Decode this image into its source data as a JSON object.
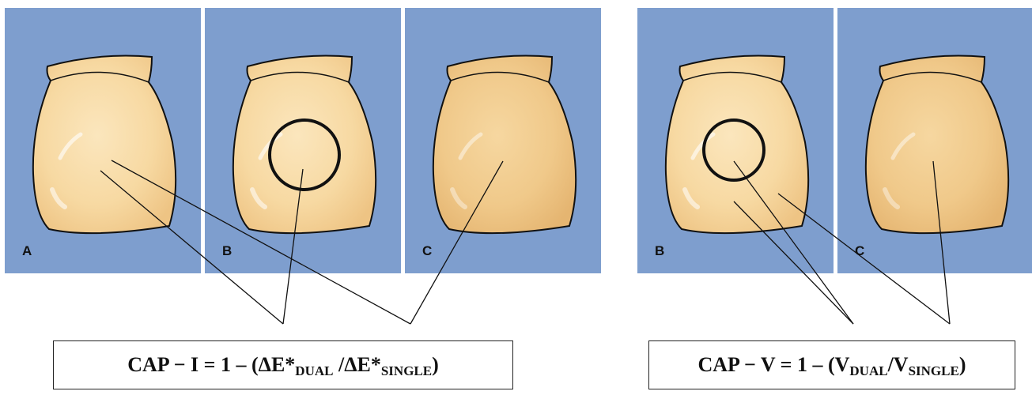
{
  "panels": [
    {
      "label": "A",
      "shade": "light",
      "circle": false
    },
    {
      "label": "B",
      "shade": "light",
      "circle": true
    },
    {
      "label": "C",
      "shade": "dark",
      "circle": false
    },
    {
      "label": "B",
      "shade": "light",
      "circle": true
    },
    {
      "label": "C",
      "shade": "dark",
      "circle": false
    }
  ],
  "formulas": {
    "left": {
      "lhs": "CAP − I = 1 – (ΔE*",
      "sub1": "DUAL",
      "mid": " /ΔE*",
      "sub2": "SINGLE",
      "end": ")"
    },
    "right": {
      "lhs": "CAP − V = 1 – (V",
      "sub1": "DUAL",
      "mid": "/V",
      "sub2": "SINGLE",
      "end": ")"
    }
  },
  "colors": {
    "background_panel": "#7e9ece",
    "tooth_light": "#f7d9a2",
    "tooth_dark": "#f0c98a",
    "outline": "#111111"
  }
}
